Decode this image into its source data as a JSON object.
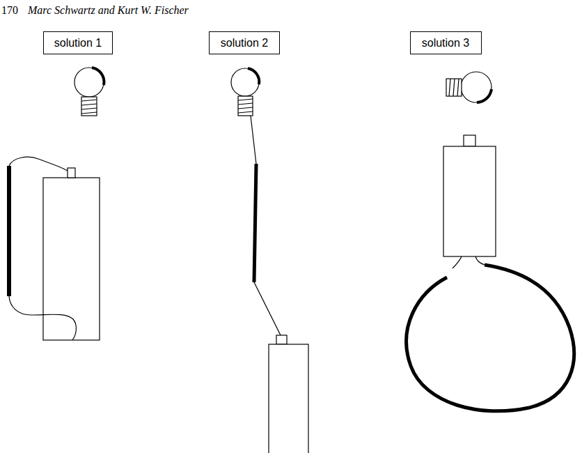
{
  "diagram": {
    "nodes": [
      {
        "text": [
          "solution 1"
        ]
      },
      {
        "text": [
          "solution 2"
        ]
      },
      {
        "text": [
          "solution 3"
        ]
      }
    ],
    "labels": [
      "170",
      "Marc Schwartz and Kurt W. Fischer"
    ]
  }
}
